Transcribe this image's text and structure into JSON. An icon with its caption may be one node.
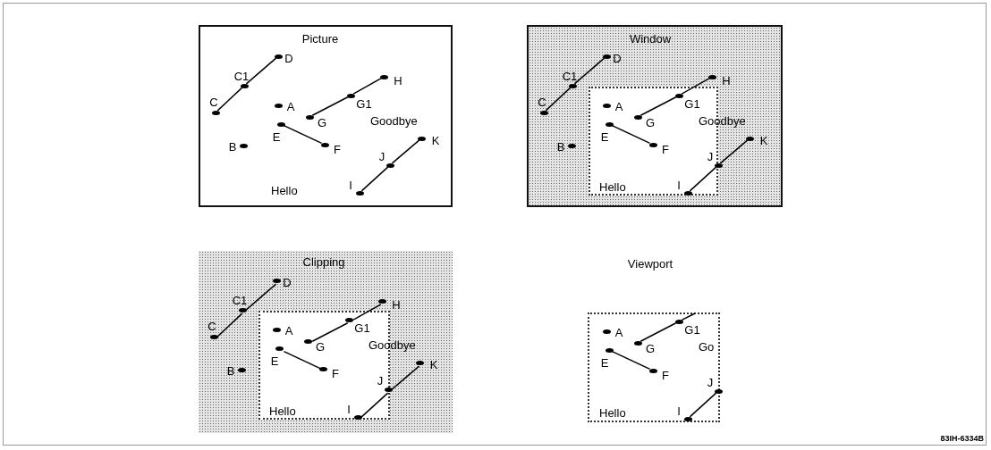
{
  "diagram": {
    "nodes": [
      {
        "text": [
          "Picture",
          "Goodbye",
          "Hello"
        ]
      },
      {
        "text": [],
        "shape": "circle",
        "beside": [
          "A"
        ],
        "in": 0
      },
      {
        "text": [],
        "shape": "circle",
        "beside": [
          "B"
        ],
        "in": 0
      },
      {
        "text": [],
        "shape": "circle",
        "beside": [
          "C"
        ],
        "in": 0
      },
      {
        "text": [],
        "shape": "circle",
        "beside": [
          "C1"
        ],
        "in": 0
      },
      {
        "text": [],
        "shape": "circle",
        "beside": [
          "D"
        ],
        "in": 0
      },
      {
        "text": [],
        "shape": "circle",
        "beside": [
          "E"
        ],
        "in": 0
      },
      {
        "text": [],
        "shape": "circle",
        "beside": [
          "F"
        ],
        "in": 0
      },
      {
        "text": [],
        "shape": "circle",
        "beside": [
          "G"
        ],
        "in": 0
      },
      {
        "text": [],
        "shape": "circle",
        "beside": [
          "G1"
        ],
        "in": 0
      },
      {
        "text": [],
        "shape": "circle",
        "beside": [
          "H"
        ],
        "in": 0
      },
      {
        "text": [],
        "shape": "circle",
        "beside": [
          "I"
        ],
        "in": 0
      },
      {
        "text": [],
        "shape": "circle",
        "beside": [
          "J"
        ],
        "in": 0
      },
      {
        "text": [],
        "shape": "circle",
        "beside": [
          "K"
        ],
        "in": 0
      },
      {
        "text": [
          "Window"
        ]
      },
      {
        "text": [
          "Goodbye",
          "Hello"
        ],
        "in": 14
      },
      {
        "text": [],
        "shape": "circle",
        "beside": [
          "A"
        ],
        "in": 15
      },
      {
        "text": [],
        "shape": "circle",
        "beside": [
          "B"
        ],
        "in": 14
      },
      {
        "text": [],
        "shape": "circle",
        "beside": [
          "C"
        ],
        "in": 14
      },
      {
        "text": [],
        "shape": "circle",
        "beside": [
          "C1"
        ],
        "in": 14
      },
      {
        "text": [],
        "shape": "circle",
        "beside": [
          "D"
        ],
        "in": 14
      },
      {
        "text": [],
        "shape": "circle",
        "beside": [
          "E"
        ],
        "in": 15
      },
      {
        "text": [],
        "shape": "circle",
        "beside": [
          "F"
        ],
        "in": 15
      },
      {
        "text": [],
        "shape": "circle",
        "beside": [
          "G"
        ],
        "in": 15
      },
      {
        "text": [],
        "shape": "circle",
        "beside": [
          "G1"
        ],
        "in": 15
      },
      {
        "text": [],
        "shape": "circle",
        "beside": [
          "H"
        ],
        "in": 14
      },
      {
        "text": [],
        "shape": "circle",
        "beside": [
          "I"
        ],
        "in": 15
      },
      {
        "text": [],
        "shape": "circle",
        "beside": [
          "J"
        ],
        "in": 15
      },
      {
        "text": [],
        "shape": "circle",
        "beside": [
          "K"
        ],
        "in": 14
      },
      {
        "text": [
          "Clipping"
        ]
      },
      {
        "text": [
          "Goodbye",
          "Hello"
        ],
        "in": 29
      },
      {
        "text": [],
        "shape": "circle",
        "beside": [
          "A"
        ],
        "in": 30
      },
      {
        "text": [],
        "shape": "circle",
        "beside": [
          "B"
        ],
        "in": 29
      },
      {
        "text": [],
        "shape": "circle",
        "beside": [
          "C"
        ],
        "in": 29
      },
      {
        "text": [],
        "shape": "circle",
        "beside": [
          "C1"
        ],
        "in": 29
      },
      {
        "text": [],
        "shape": "circle",
        "beside": [
          "D"
        ],
        "in": 29
      },
      {
        "text": [],
        "shape": "circle",
        "beside": [
          "E"
        ],
        "in": 30
      },
      {
        "text": [],
        "shape": "circle",
        "beside": [
          "F"
        ],
        "in": 30
      },
      {
        "text": [],
        "shape": "circle",
        "beside": [
          "G"
        ],
        "in": 30
      },
      {
        "text": [],
        "shape": "circle",
        "beside": [
          "G1"
        ],
        "in": 30
      },
      {
        "text": [],
        "shape": "circle",
        "beside": [
          "H"
        ],
        "in": 29
      },
      {
        "text": [],
        "shape": "circle",
        "beside": [
          "I"
        ],
        "in": 30
      },
      {
        "text": [],
        "shape": "circle",
        "beside": [
          "J"
        ],
        "in": 30
      },
      {
        "text": [],
        "shape": "circle",
        "beside": [
          "K"
        ],
        "in": 29
      },
      {
        "text": [
          "Viewport",
          "Go",
          "Hello"
        ]
      },
      {
        "text": [],
        "shape": "circle",
        "beside": [
          "A"
        ],
        "in": 44
      },
      {
        "text": [],
        "shape": "circle",
        "beside": [
          "E"
        ],
        "in": 44
      },
      {
        "text": [],
        "shape": "circle",
        "beside": [
          "F"
        ],
        "in": 44
      },
      {
        "text": [],
        "shape": "circle",
        "beside": [
          "G"
        ],
        "in": 44
      },
      {
        "text": [],
        "shape": "circle",
        "beside": [
          "G1"
        ],
        "in": 44
      },
      {
        "text": [],
        "shape": "circle",
        "beside": [
          "I"
        ],
        "in": 44
      },
      {
        "text": [],
        "shape": "circle",
        "beside": [
          "J"
        ],
        "in": 44
      }
    ],
    "edges": [
      {
        "from": 3,
        "to": 4,
        "arrow": "none"
      },
      {
        "from": 4,
        "to": 5,
        "arrow": "none"
      },
      {
        "from": 6,
        "to": 7,
        "arrow": "none"
      },
      {
        "from": 8,
        "to": 9,
        "arrow": "none"
      },
      {
        "from": 9,
        "to": 10,
        "arrow": "none"
      },
      {
        "from": 11,
        "to": 12,
        "arrow": "none"
      },
      {
        "from": 12,
        "to": 13,
        "arrow": "none"
      },
      {
        "from": 18,
        "to": 19,
        "arrow": "none"
      },
      {
        "from": 19,
        "to": 20,
        "arrow": "none"
      },
      {
        "from": 21,
        "to": 22,
        "arrow": "none"
      },
      {
        "from": 23,
        "to": 24,
        "arrow": "none"
      },
      {
        "from": 24,
        "to": 25,
        "arrow": "none"
      },
      {
        "from": 26,
        "to": 27,
        "arrow": "none"
      },
      {
        "from": 27,
        "to": 28,
        "arrow": "none"
      },
      {
        "from": 33,
        "to": 34,
        "arrow": "none"
      },
      {
        "from": 34,
        "to": 35,
        "arrow": "none"
      },
      {
        "from": 36,
        "to": 37,
        "arrow": "none"
      },
      {
        "from": 38,
        "to": 39,
        "arrow": "none"
      },
      {
        "from": 39,
        "to": 40,
        "arrow": "none"
      },
      {
        "from": 41,
        "to": 42,
        "arrow": "none"
      },
      {
        "from": 42,
        "to": 43,
        "arrow": "none"
      },
      {
        "from": 46,
        "to": 47,
        "arrow": "none"
      },
      {
        "from": 48,
        "to": 49,
        "arrow": "none"
      },
      {
        "from": 49,
        "to": null,
        "arrow": "none"
      },
      {
        "from": 50,
        "to": 51,
        "arrow": "none"
      }
    ],
    "labels": [
      "83IH-6334B"
    ]
  }
}
